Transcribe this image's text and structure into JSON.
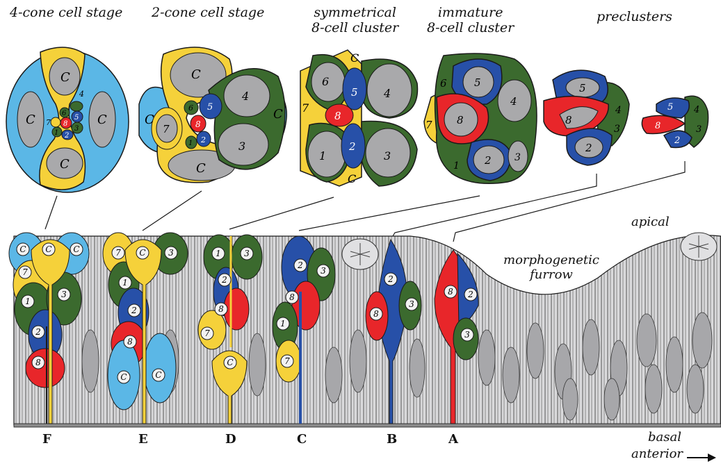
{
  "titles": {
    "four_cone": "4-cone cell stage",
    "two_cone": "2-cone cell stage",
    "symmetrical_1": "symmetrical",
    "symmetrical_2": "8-cell cluster",
    "immature_1": "immature",
    "immature_2": "8-cell cluster",
    "preclusters": "preclusters"
  },
  "labels": {
    "apical": "apical",
    "furrow_1": "morphogenetic",
    "furrow_2": "furrow",
    "basal": "basal",
    "anterior": "anterior"
  },
  "columns": [
    "F",
    "E",
    "D",
    "C",
    "B",
    "A"
  ],
  "cells": {
    "c": "C",
    "n1": "1",
    "n2": "2",
    "n3": "3",
    "n4": "4",
    "n5": "5",
    "n6": "6",
    "n7": "7",
    "n8": "8"
  },
  "colors": {
    "cone": "#5bb7e6",
    "r7_yellow": "#f5d13a",
    "r8_red": "#e8262a",
    "blue": "#2750a8",
    "green": "#3b6a2e",
    "gray": "#a9a9ab",
    "outline": "#1a1a1a"
  },
  "icons": {
    "arrow": "right-arrow-icon",
    "rosette": "rosette-cluster-icon"
  }
}
